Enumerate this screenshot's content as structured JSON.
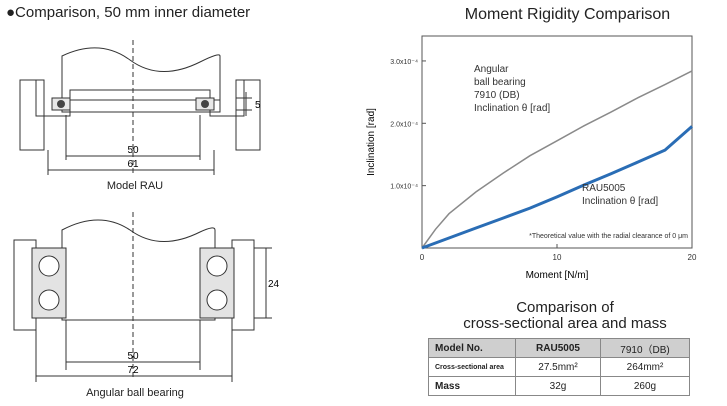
{
  "left": {
    "heading": "●Comparison, 50 mm inner diameter",
    "rau": {
      "caption": "Model RAU",
      "dim_inner": "50",
      "dim_outer": "61",
      "dim_height": "5"
    },
    "angular": {
      "caption": "Angular ball bearing",
      "dim_inner": "50",
      "dim_outer": "72",
      "dim_height": "24"
    }
  },
  "chart_data": {
    "type": "line",
    "title": "Moment Rigidity Comparison",
    "xlabel": "Moment [N/m]",
    "ylabel": "Inclination [rad]",
    "xlim": [
      0,
      20
    ],
    "ylim": [
      0,
      0.00034
    ],
    "x_ticks": [
      "0",
      "10",
      "20"
    ],
    "y_ticks": [
      {
        "value": 0.0001,
        "label": "1.0x10⁻⁴"
      },
      {
        "value": 0.0002,
        "label": "2.0x10⁻⁴"
      },
      {
        "value": 0.0003,
        "label": "3.0x10⁻⁴"
      }
    ],
    "series": [
      {
        "name": "Angular ball bearing 7910 (DB) Inclination θ [rad]",
        "color": "#8a8a8a",
        "x": [
          0,
          1,
          2,
          4,
          6,
          8,
          10,
          12,
          14,
          16,
          18,
          20
        ],
        "y": [
          0,
          3e-05,
          5.5e-05,
          9e-05,
          0.00012,
          0.000148,
          0.000172,
          0.000196,
          0.000218,
          0.000241,
          0.000262,
          0.000284
        ]
      },
      {
        "name": "RAU5005 Inclination θ [rad]",
        "color": "#2a6db5",
        "x": [
          0,
          1,
          2,
          4,
          6,
          8,
          10,
          12,
          14,
          16,
          18,
          20
        ],
        "y": [
          0,
          8e-06,
          1.6e-05,
          3.2e-05,
          4.8e-05,
          6.4e-05,
          8.2e-05,
          0.000101,
          0.000119,
          0.000138,
          0.000157,
          0.000195
        ]
      }
    ],
    "annotations": {
      "angular_label": [
        "Angular",
        "ball bearing",
        "7910 (DB)",
        "Inclination θ [rad]"
      ],
      "rau_label": [
        "RAU5005",
        "Inclination θ [rad]"
      ],
      "note": "*Theoretical value with the radial clearance of 0 μm"
    }
  },
  "comparison": {
    "title_line1": "Comparison of",
    "title_line2": "cross-sectional area and mass",
    "headers": [
      "Model No.",
      "RAU5005",
      "7910（DB)"
    ],
    "rows": [
      {
        "label": "Cross-sectional area",
        "values": [
          "27.5mm²",
          "264mm²"
        ]
      },
      {
        "label": "Mass",
        "values": [
          "32g",
          "260g"
        ]
      }
    ]
  }
}
